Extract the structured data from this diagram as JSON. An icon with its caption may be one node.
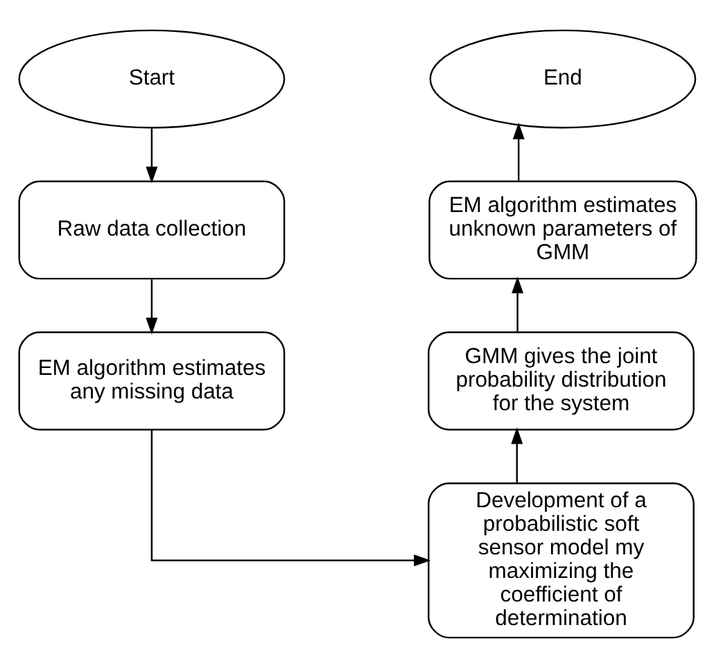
{
  "diagram": {
    "nodes": [
      {
        "text": [
          "Start"
        ]
      },
      {
        "text": [
          "Raw data collection"
        ]
      },
      {
        "text": [
          "EM algorithm estimates any missing data"
        ]
      },
      {
        "text": [
          "Development of a probabilistic soft sensor model my maximizing the coefficient of determination"
        ]
      },
      {
        "text": [
          "GMM gives the joint probability distribution for the system"
        ]
      },
      {
        "text": [
          "EM algorithm estimates unknown parameters of GMM"
        ]
      },
      {
        "text": [
          "End"
        ]
      }
    ],
    "edges": [
      {
        "from": 0,
        "to": 1,
        "arrow": "to"
      },
      {
        "from": 1,
        "to": 2,
        "arrow": "to"
      },
      {
        "from": 2,
        "to": 3,
        "arrow": "to"
      },
      {
        "from": 3,
        "to": 4,
        "arrow": "to"
      },
      {
        "from": 4,
        "to": 5,
        "arrow": "to"
      },
      {
        "from": 5,
        "to": 6,
        "arrow": "to"
      }
    ]
  }
}
